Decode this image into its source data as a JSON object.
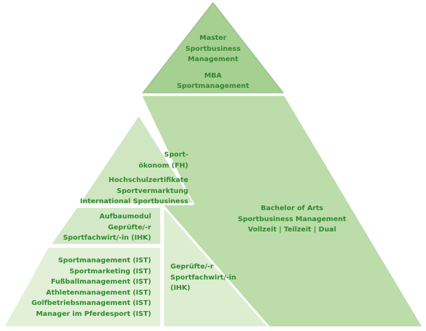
{
  "colors": {
    "top": "#a6cf92",
    "top_border": "#9cc38a",
    "bachelor": "#bcdcaa",
    "left_mid": "#cfe6c0",
    "left_upper": "#d3e8c6",
    "left_bottom": "#e2f0d7",
    "right_bottom": "#dcedd0",
    "text": "#2e8b2e",
    "stroke": "#ffffff"
  },
  "tiers": {
    "top": {
      "line1": "Master",
      "line2": "Sportbusiness",
      "line3": "Management",
      "line4": "MBA",
      "line5": "Sportmanagement"
    },
    "bachelor": {
      "line1": "Bachelor of Arts",
      "line2": "Sportbusiness Management",
      "line3": "Vollzeit | Teilzeit | Dual"
    },
    "oekonom": {
      "line1": "Sport-",
      "line2": "ökonom (FH)",
      "line3": "Hochschulzertifikate",
      "line4": "Sportvermarktung",
      "line5": "International Sportbusiness"
    },
    "aufbaumodul": {
      "line1": "Aufbaumodul",
      "line2": "Geprüfte/-r",
      "line3": "Sportfachwirt/-in (IHK)"
    },
    "fachwirt": {
      "line1": "Geprüfte/-r",
      "line2": "Sportfachwirt/-in",
      "line3": "(IHK)"
    },
    "ist": {
      "items": [
        "Sportmanagement (IST)",
        "Sportmarketing (IST)",
        "Fußballmanagement (IST)",
        "Athletenmanagement (IST)",
        "Golfbetriebsmanagement (IST)",
        "Manager im Pferdesport (IST)"
      ]
    }
  }
}
